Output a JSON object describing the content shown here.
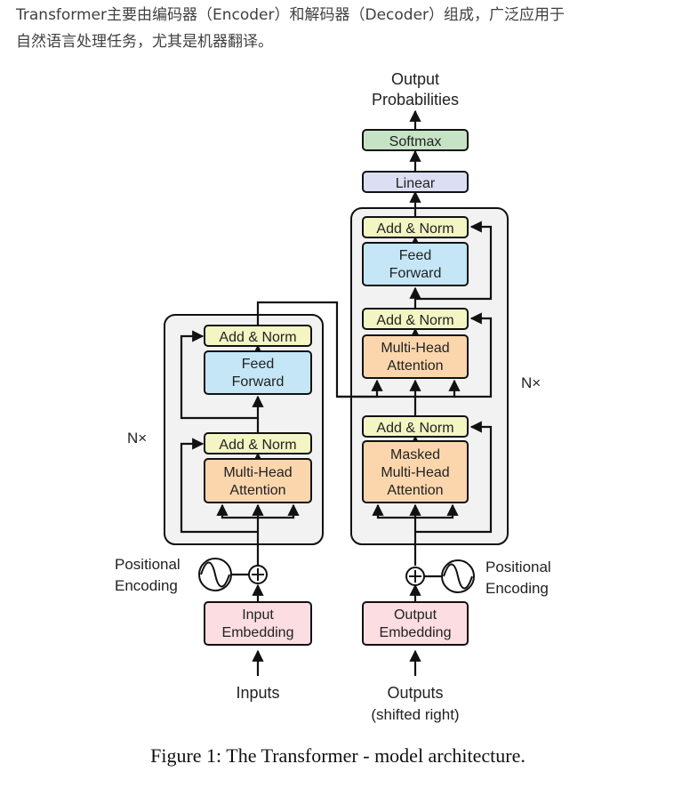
{
  "intro": {
    "line1": "Transformer主要由编码器（Encoder）和解码器（Decoder）组成，广泛应用于",
    "line2": "自然语言处理任务，尤其是机器翻译。"
  },
  "figure": {
    "caption": "Figure 1: The Transformer - model architecture.",
    "output_probabilities": [
      "Output",
      "Probabilities"
    ],
    "softmax": "Softmax",
    "linear": "Linear",
    "encoder": {
      "nx": "N×",
      "add_norm_top": "Add & Norm",
      "feed_forward": [
        "Feed",
        "Forward"
      ],
      "add_norm_bottom": "Add & Norm",
      "attention": [
        "Multi-Head",
        "Attention"
      ],
      "positional_encoding": [
        "Positional",
        "Encoding"
      ],
      "embedding": [
        "Input",
        "Embedding"
      ],
      "input_label": "Inputs"
    },
    "decoder": {
      "nx": "N×",
      "add_norm_top": "Add & Norm",
      "feed_forward": [
        "Feed",
        "Forward"
      ],
      "add_norm_mid": "Add & Norm",
      "cross_attention": [
        "Multi-Head",
        "Attention"
      ],
      "add_norm_bottom": "Add & Norm",
      "masked_attention": [
        "Masked",
        "Multi-Head",
        "Attention"
      ],
      "positional_encoding": [
        "Positional",
        "Encoding"
      ],
      "embedding": [
        "Output",
        "Embedding"
      ],
      "input_label": [
        "Outputs",
        "(shifted right)"
      ]
    }
  }
}
